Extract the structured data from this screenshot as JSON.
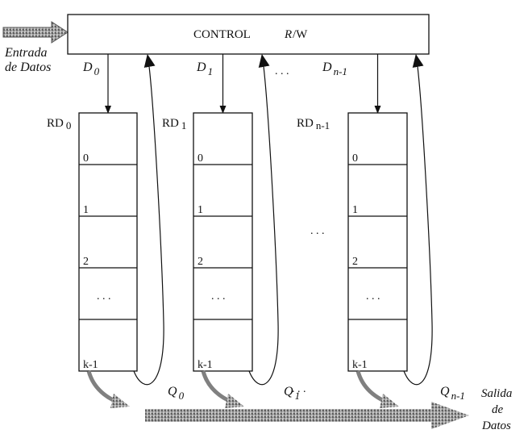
{
  "control": {
    "label": "CONTROL",
    "rw_label_r": "R",
    "rw_label_w": "/W"
  },
  "input": {
    "line1": "Entrada",
    "line2": "de Datos"
  },
  "output": {
    "line1": "Salida",
    "line2": "de",
    "line3": "Datos"
  },
  "registers": [
    {
      "name": "RD",
      "sub": "0",
      "d_label": "D",
      "d_sub": "0",
      "q_label": "Q",
      "q_sub": "0",
      "cells": [
        "0",
        "1",
        "2",
        "...",
        "k-1"
      ]
    },
    {
      "name": "RD",
      "sub": "1",
      "d_label": "D",
      "d_sub": "1",
      "q_label": "Q",
      "q_sub": "1",
      "cells": [
        "0",
        "1",
        "2",
        "...",
        "k-1"
      ]
    },
    {
      "name": "RD",
      "sub": "n-1",
      "d_label": "D",
      "d_sub": "n-1",
      "q_label": "Q",
      "q_sub": "n-1",
      "cells": [
        "0",
        "1",
        "2",
        "...",
        "k-1"
      ]
    }
  ],
  "ellipsis": {
    "top": ". . .",
    "middle": ". . .",
    "bottom": ". . ."
  },
  "colors": {
    "stroke": "#111111",
    "hatch_light": "#c8c8c8",
    "hatch_dark": "#6a6a6a"
  }
}
